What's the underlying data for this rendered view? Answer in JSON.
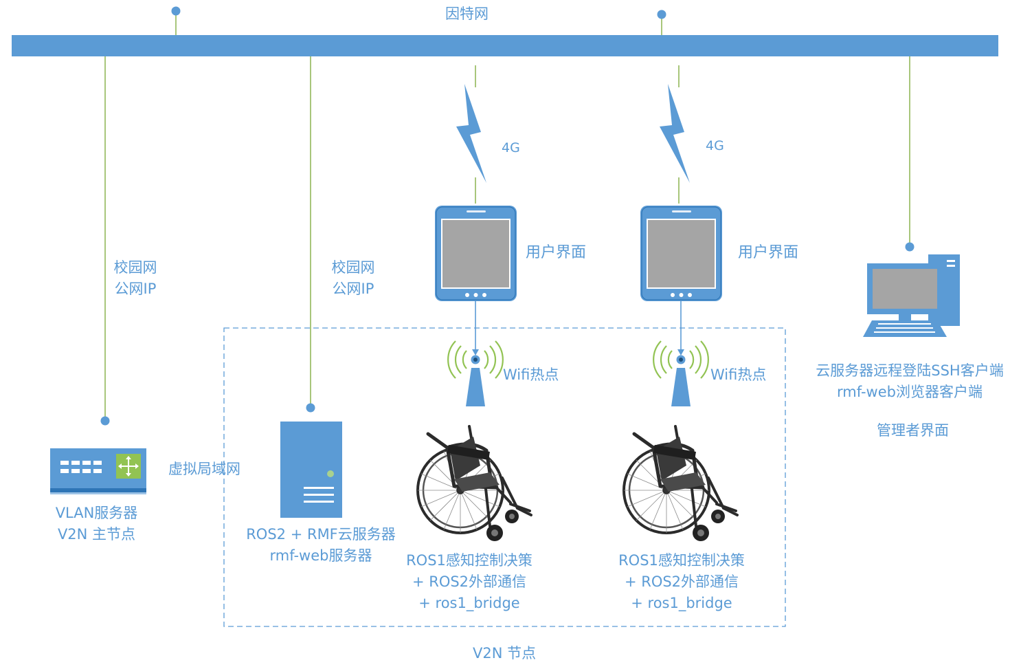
{
  "internet": {
    "label": "因特网"
  },
  "links": {
    "cellular_label": "4G"
  },
  "campus_link": {
    "line1": "校园网",
    "line2": "公网IP"
  },
  "vlan_server": {
    "icon": "router-icon",
    "line1": "VLAN服务器",
    "line2": "V2N 主节点",
    "vlan_label": "虚拟局域网"
  },
  "cloud_server": {
    "icon": "server-tower-icon",
    "line1": "ROS2 + RMF云服务器",
    "line2": "rmf-web服务器"
  },
  "user_ui": {
    "label": "用户界面",
    "icon": "tablet-icon"
  },
  "wifi": {
    "label": "Wifi热点",
    "icon": "wifi-antenna-icon"
  },
  "wheelchair": {
    "icon": "wheelchair-icon",
    "line1": "ROS1感知控制决策",
    "line2": "+ ROS2外部通信",
    "line3": "+ ros1_bridge"
  },
  "admin": {
    "icon": "desktop-computer-icon",
    "line1": "云服务器远程登陆SSH客户端",
    "line2": "rmf-web浏览器客户端",
    "line3": "管理者界面"
  },
  "v2n_node": {
    "label": "V2N 节点"
  },
  "colors": {
    "accent": "#5b9bd5",
    "link_line": "#92b75a",
    "screen_gray": "#a5a5a5",
    "router_green": "#92c353",
    "wheelchair_dark": "#2b2b2b"
  }
}
